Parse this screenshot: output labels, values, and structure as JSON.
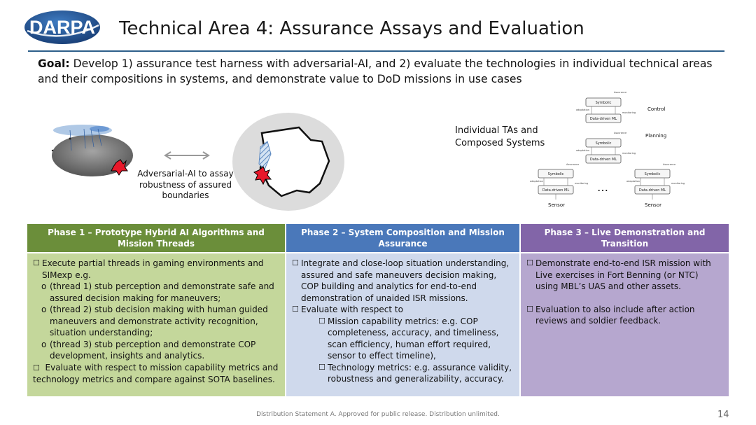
{
  "logo": {
    "text": "DARPA"
  },
  "title": "Technical Area 4: Assurance Assays and Evaluation",
  "goal": {
    "label": "Goal:",
    "text": " Develop 1) assurance test harness with adversarial-AI, and 2) evaluate the technologies in individual technical areas and their compositions in systems, and demonstrate value to DoD missions in use cases"
  },
  "figure": {
    "adversarial_label": "Adversarial-AI to assay robustness of assured boundaries",
    "ta_label_line1": "Individual TAs and",
    "ta_label_line2": "Composed Systems",
    "arch": {
      "control": "Control",
      "planning": "Planning",
      "sensor": "Sensor",
      "symbolic": "Symbolic",
      "data_driven": "Data-driven ML",
      "assurance": "Assurance",
      "adaptation": "adaptation",
      "monitoring": "monitoring",
      "ellipsis": "…"
    }
  },
  "table": {
    "headers": [
      "Phase 1 – Prototype Hybrid AI Algorithms and Mission Threads",
      "Phase 2 – System Composition and Mission Assurance",
      "Phase 3 – Live Demonstration and Transition"
    ],
    "phase1": {
      "item1": "Execute partial threads in gaming environments and SIMexp e.g.",
      "sub1": "(thread 1) stub perception and demonstrate safe and assured decision making for maneuvers;",
      "sub2": "(thread 2) stub decision making with human guided maneuvers and demonstrate activity recognition, situation understanding;",
      "sub3": "(thread 3) stub perception and demonstrate COP development, insights and analytics.",
      "item2": "  Evaluate with respect to mission capability metrics and technology metrics and compare against SOTA baselines."
    },
    "phase2": {
      "item1": "Integrate and close-loop situation understanding, assured and safe maneuvers decision making, COP building and analytics for end-to-end demonstration of unaided ISR missions.",
      "item2": "Evaluate with respect to",
      "sub1": "Mission capability metrics: e.g. COP completeness, accuracy, and timeliness, scan efficiency, human effort required, sensor to effect timeline),",
      "sub2": "Technology metrics: e.g. assurance validity, robustness and generalizability, accuracy."
    },
    "phase3": {
      "item1": "Demonstrate end-to-end ISR mission with Live exercises in Fort Benning (or NTC) using MBL’s UAS and other assets.",
      "item2": "Evaluation to also include after action reviews and soldier feedback."
    }
  },
  "footer": "Distribution Statement A. Approved for public release. Distribution unlimited.",
  "page_number": "14",
  "colors": {
    "phase1_header": "#6b8e3a",
    "phase2_header": "#4a78ba",
    "phase3_header": "#8265a8",
    "phase1_body": "#c4d79b",
    "phase2_body": "#cfd9ec",
    "phase3_body": "#b6a7cf",
    "title_rule": "#2d5f8a",
    "logo_blue": "#1f4e8c"
  }
}
